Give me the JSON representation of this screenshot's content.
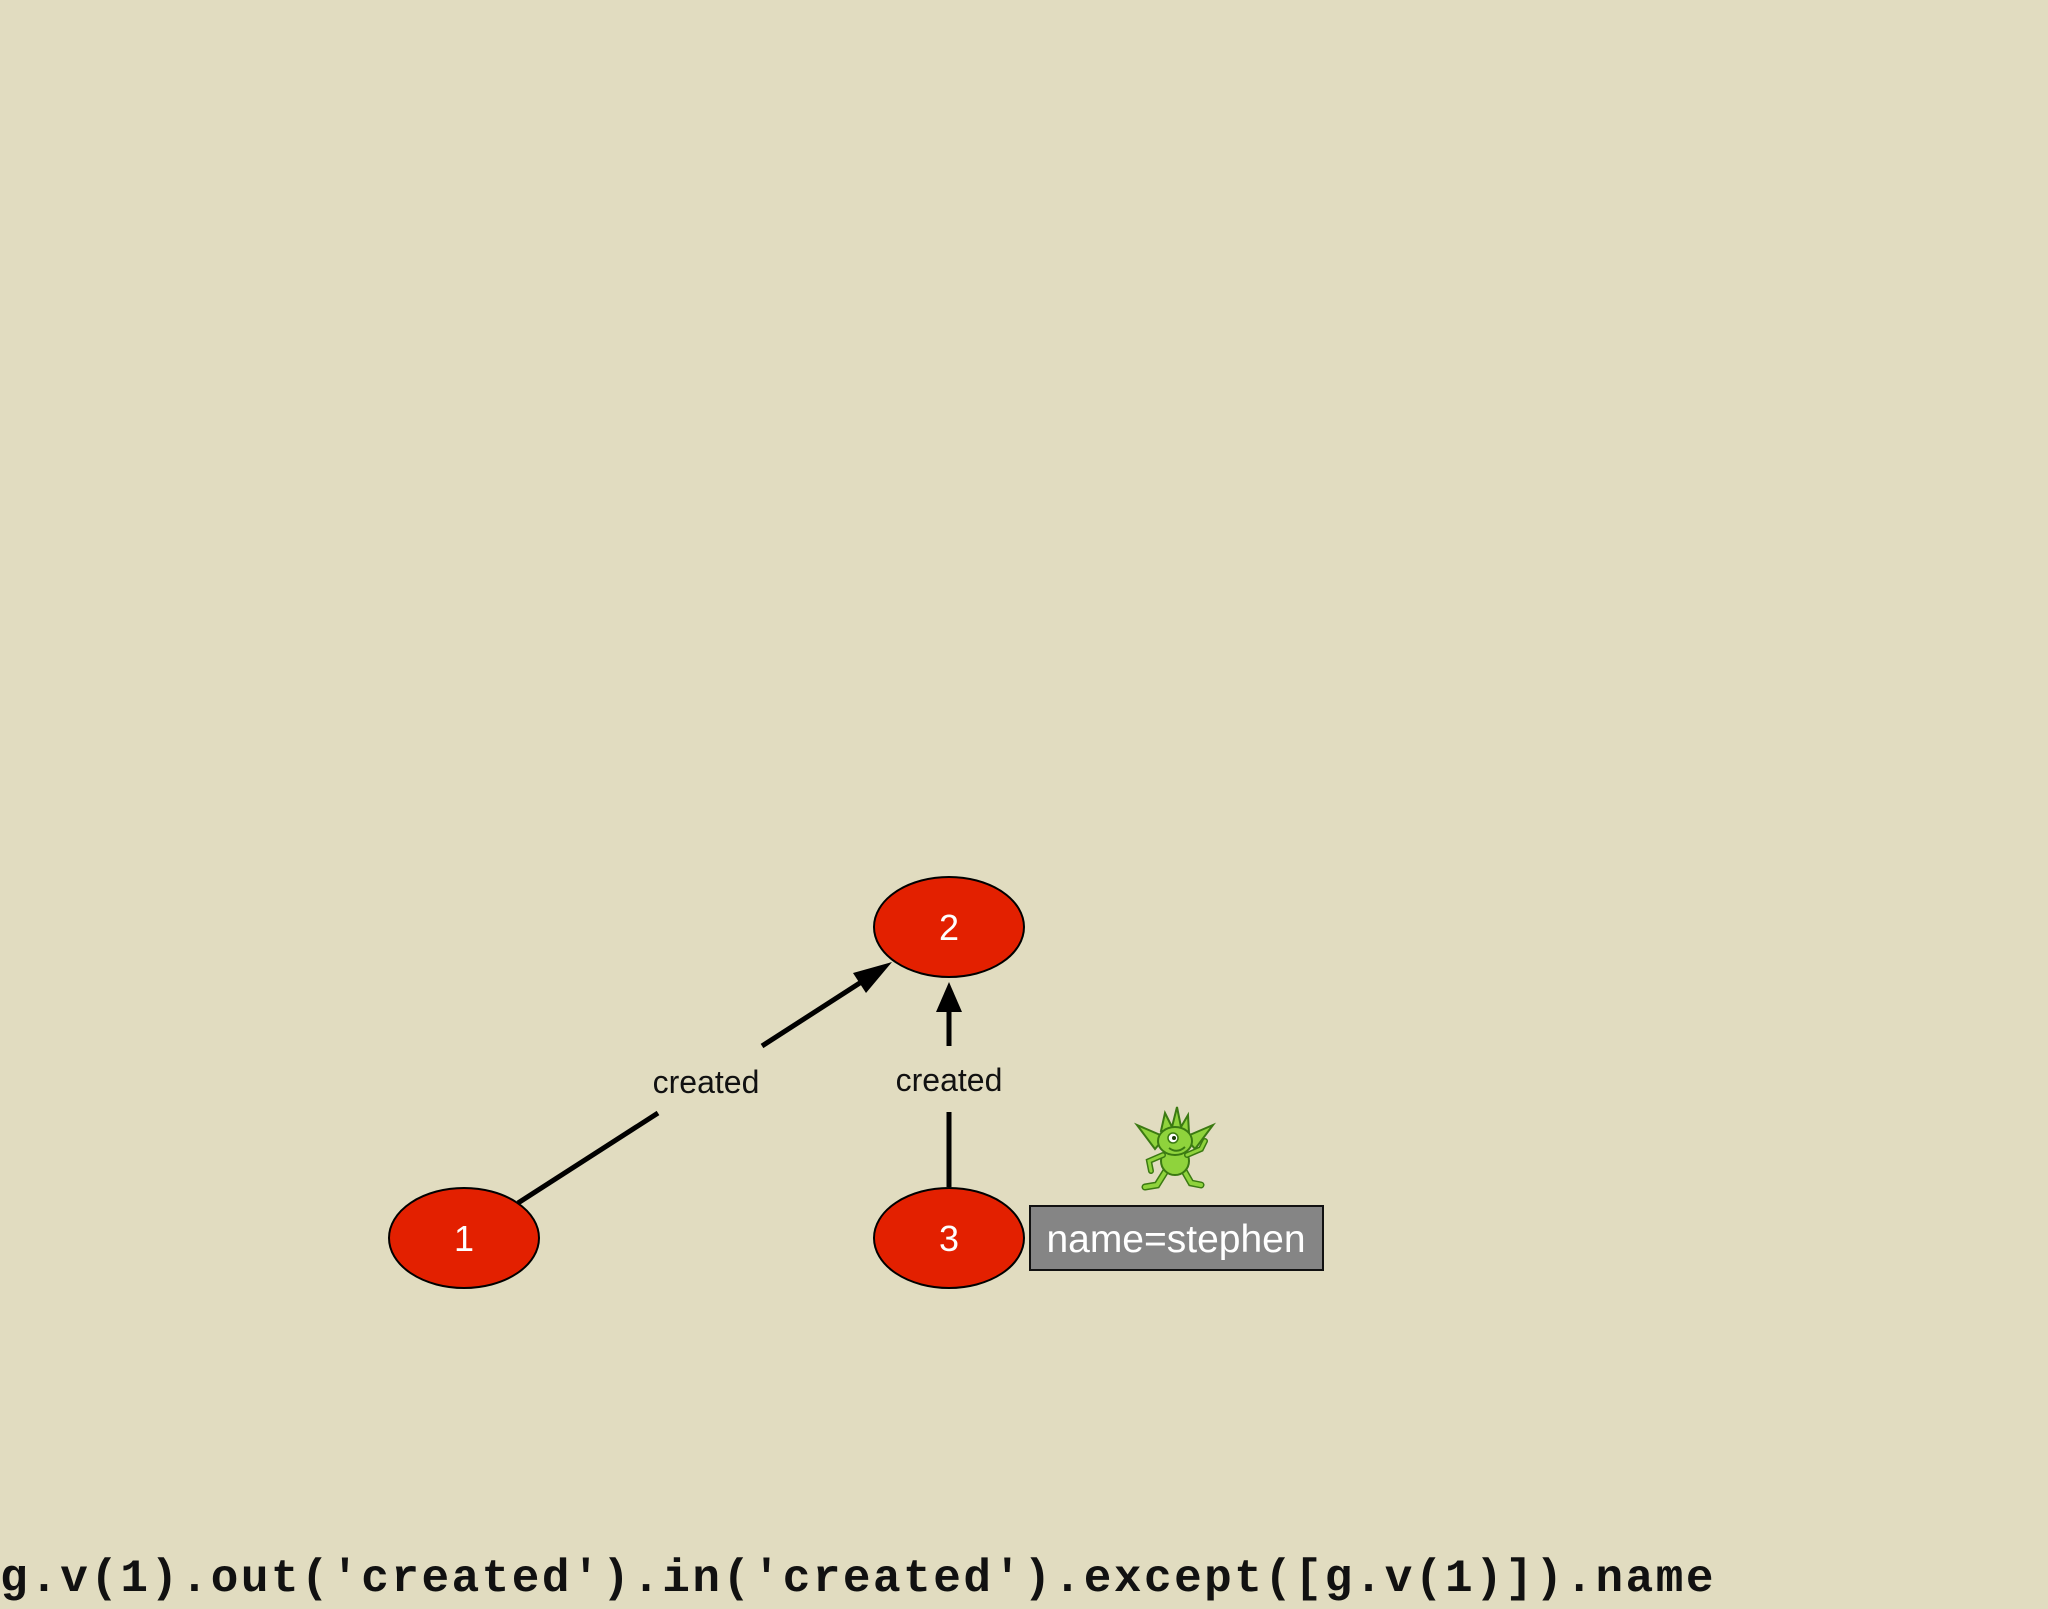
{
  "graph": {
    "nodes": [
      {
        "id": "1",
        "label": "1"
      },
      {
        "id": "2",
        "label": "2"
      },
      {
        "id": "3",
        "label": "3"
      }
    ],
    "edges": [
      {
        "from": "1",
        "to": "2",
        "label": "created"
      },
      {
        "from": "3",
        "to": "2",
        "label": "created"
      }
    ],
    "property_box": {
      "node": "3",
      "text": "name=stephen"
    },
    "mascot_icon": "gremlin-icon"
  },
  "colors": {
    "background": "#e1dcc0",
    "node_fill": "#e32000",
    "property_box_fill": "#858585",
    "mascot": "#8fd33c"
  },
  "query": "g.v(1).out('created').in('created').except([g.v(1)]).name"
}
